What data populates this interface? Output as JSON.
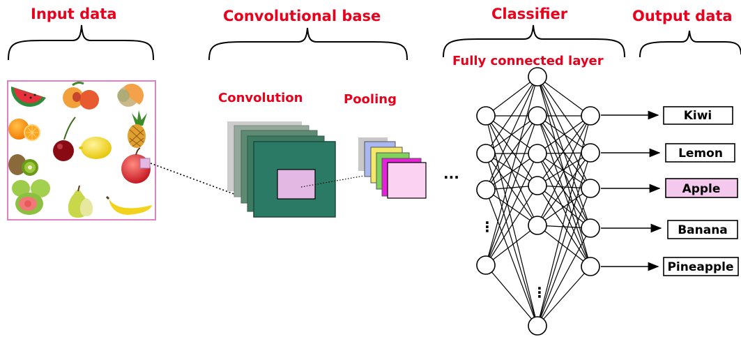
{
  "titles": {
    "input": "Input data",
    "conv_base": "Convolutional base",
    "classifier": "Classifier",
    "output": "Output data"
  },
  "subtitles": {
    "convolution": "Convolution",
    "pooling": "Pooling",
    "fully_connected": "Fully connected layer"
  },
  "ellipsis": "...",
  "vertical_dots": "⋮",
  "outputs": [
    {
      "label": "Kiwi",
      "highlight": false
    },
    {
      "label": "Lemon",
      "highlight": false
    },
    {
      "label": "Apple",
      "highlight": true
    },
    {
      "label": "Banana",
      "highlight": false
    },
    {
      "label": "Pineapple",
      "highlight": false
    }
  ],
  "fruits": [
    "watermelon",
    "peach",
    "cantaloupe",
    "orange",
    "cherry",
    "pineapple",
    "kiwi",
    "lemon",
    "apple",
    "guava",
    "pear",
    "banana"
  ],
  "colors": {
    "title_red": "#e8001c",
    "input_frame": "#e07fc4",
    "feature_map": "#2a7a66",
    "highlight_pink": "#f5c8ee",
    "patch": "#e3b9e3"
  }
}
